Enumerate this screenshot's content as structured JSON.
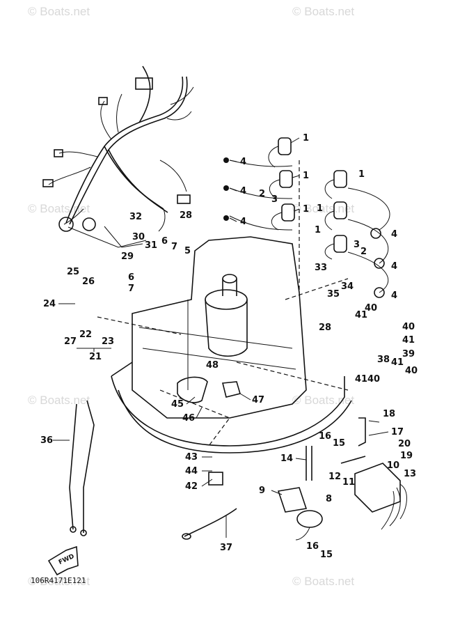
{
  "watermark": "© Boats.net",
  "drawing_code": "106R4171E121",
  "direction_label": "FWD",
  "callouts": [
    "1",
    "2",
    "3",
    "4",
    "5",
    "6",
    "7",
    "8",
    "9",
    "10",
    "11",
    "12",
    "13",
    "14",
    "15",
    "16",
    "17",
    "18",
    "19",
    "20",
    "21",
    "22",
    "23",
    "24",
    "25",
    "26",
    "27",
    "28",
    "29",
    "30",
    "31",
    "32",
    "33",
    "34",
    "35",
    "36",
    "37",
    "38",
    "39",
    "40",
    "41",
    "42",
    "43",
    "44",
    "45",
    "46",
    "47",
    "48"
  ]
}
